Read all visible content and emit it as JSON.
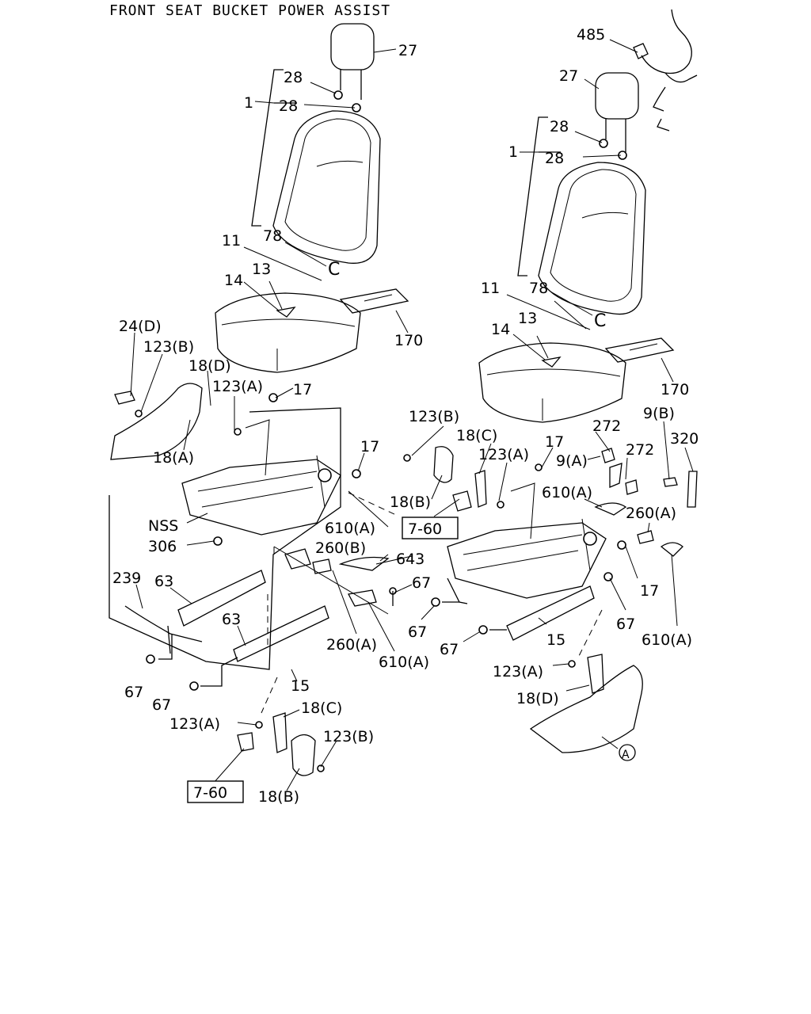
{
  "title": "FRONT SEAT BUCKET POWER ASSIST",
  "labels": {
    "l_27": "27",
    "l_28a": "28",
    "l_28b": "28",
    "l_1": "1",
    "l_78": "78",
    "l_11": "11",
    "l_13": "13",
    "l_14": "14",
    "l_170": "170",
    "l_24d": "24(D)",
    "l_123b": "123(B)",
    "l_18d": "18(D)",
    "l_123a": "123(A)",
    "l_17a": "17",
    "l_17b": "17",
    "l_18a": "18(A)",
    "l_nss": "NSS",
    "l_306": "306",
    "l_239": "239",
    "l_63a": "63",
    "l_63b": "63",
    "l_67a": "67",
    "l_67b": "67",
    "l_15": "15",
    "l_123a2": "123(A)",
    "l_18c": "18(C)",
    "l_123b2": "123(B)",
    "l_18b": "18(B)",
    "l_760a": "7-60",
    "l_610a1": "610(A)",
    "l_260b": "260(B)",
    "l_643": "643",
    "l_67c": "67",
    "l_260a1": "260(A)",
    "l_610a2": "610(A)",
    "l_123b3": "123(B)",
    "l_18c2": "18(C)",
    "l_123a3": "123(A)",
    "l_18b2": "18(B)",
    "l_760b": "7-60",
    "r_485": "485",
    "r_27": "27",
    "r_28a": "28",
    "r_28b": "28",
    "r_1": "1",
    "r_78": "78",
    "r_11": "11",
    "r_13": "13",
    "r_14": "14",
    "r_170": "170",
    "r_17a": "17",
    "r_272a": "272",
    "r_272b": "272",
    "r_9b": "9(B)",
    "r_320": "320",
    "r_9a": "9(A)",
    "r_610a1": "610(A)",
    "r_260a": "260(A)",
    "r_17b": "17",
    "r_67a": "67",
    "r_67b": "67",
    "r_67c": "67",
    "r_15": "15",
    "r_610a2": "610(A)",
    "r_123a": "123(A)",
    "r_18d": "18(D)",
    "r_a": "A",
    "r_c": "C",
    "l_c": "C"
  }
}
